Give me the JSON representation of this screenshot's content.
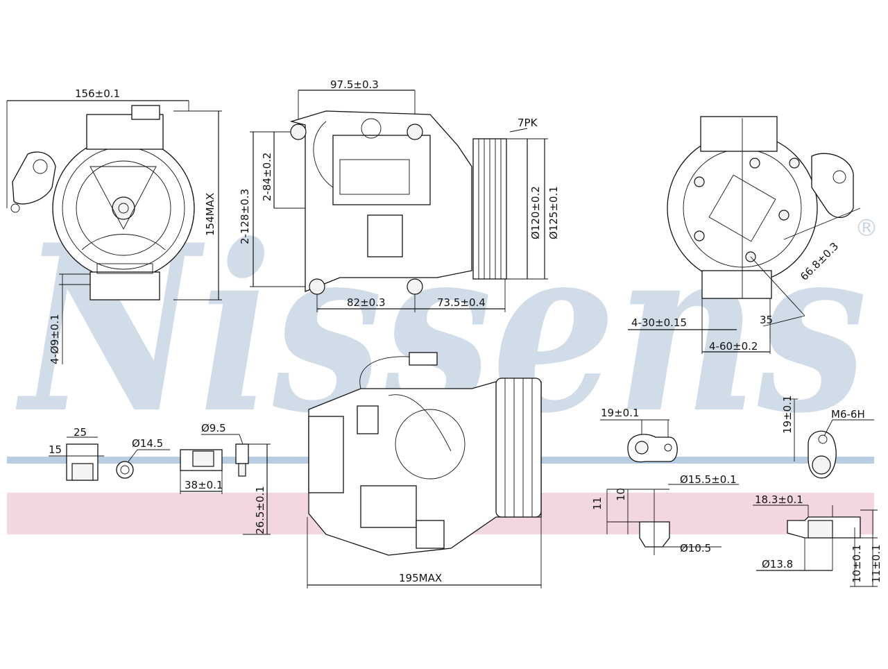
{
  "watermark": {
    "text": "Nissens",
    "registered_mark": "®"
  },
  "colors": {
    "line": "#111111",
    "watermark": "#c9d6e6",
    "band_blue": "#b9cde2",
    "band_pink": "#ecc8d0"
  },
  "views": {
    "front": {
      "width": "156±0.1",
      "height": "154MAX",
      "mount_holes": "4-Ø9±0.1"
    },
    "side": {
      "hole_pitch": "97.5±0.3",
      "height_a": "2-84±0.2",
      "height_b": "2-128±0.3",
      "base_a": "82±0.3",
      "base_b": "73.5±0.4",
      "belt": "7PK",
      "pulley_d1": "Ø120±0.2",
      "pulley_d2": "Ø125±0.1"
    },
    "rear": {
      "radius": "66.8±0.3",
      "angle": "35",
      "slot_a": "4-30±0.15",
      "slot_b": "4-60±0.2"
    },
    "connector": {
      "w": "25",
      "h": "15",
      "d": "Ø14.5"
    },
    "fitting": {
      "d": "Ø9.5",
      "w": "38±0.1",
      "h": "26.5±0.1"
    },
    "body": {
      "length": "195MAX"
    },
    "port_left": {
      "w": "19±0.1",
      "d1": "Ø15.5±0.1",
      "d2": "Ø10.5",
      "h1": "11",
      "h2": "10"
    },
    "port_right": {
      "h": "19±0.1",
      "thread": "M6-6H",
      "w": "18.3±0.1",
      "d": "Ø13.8",
      "h1": "10±0.1",
      "h2": "11±0.1"
    }
  }
}
